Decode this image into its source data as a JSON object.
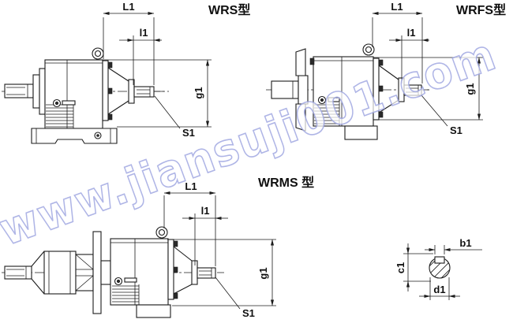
{
  "page": {
    "background": "#ffffff"
  },
  "watermark": {
    "text": "www.jiansuji001.com",
    "outline_color": "#9ba2e0"
  },
  "diagrams": {
    "wrs": {
      "title": "WRS型",
      "dims": {
        "L1": "L1",
        "l1": "l1",
        "g1": "g1",
        "S1": "S1"
      }
    },
    "wrfs": {
      "title": "WRFS型",
      "dims": {
        "L1": "L1",
        "l1": "l1",
        "g1": "g1",
        "S1": "S1"
      }
    },
    "wrms": {
      "title": "WRMS 型",
      "dims": {
        "L1": "L1",
        "l1": "l1",
        "g1": "g1",
        "S1": "S1"
      }
    },
    "shaft_section": {
      "dims": {
        "b1": "b1",
        "c1": "c1",
        "d1": "d1"
      }
    }
  },
  "colors": {
    "line": "#1c1c1c",
    "text": "#101010"
  }
}
